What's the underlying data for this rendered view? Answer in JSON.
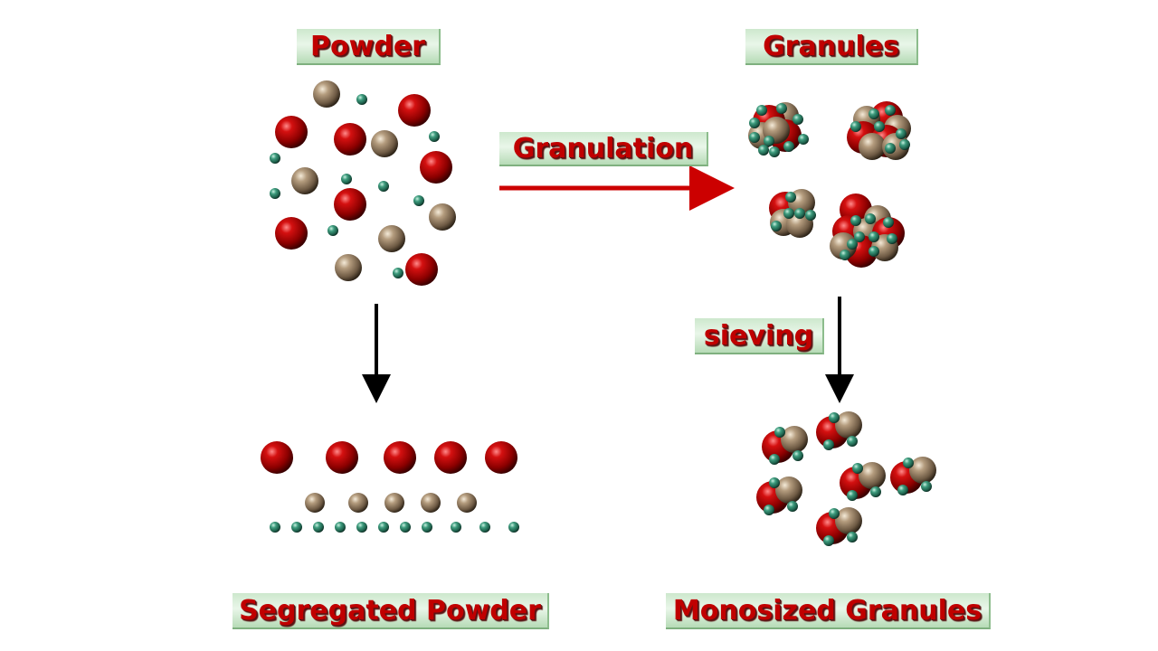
{
  "labels": {
    "powder": "Powder",
    "granules": "Granules",
    "granulation": "Granulation",
    "sieving": "sieving",
    "segregated_powder": "Segregated Powder",
    "monosized_granules": "Monosized Granules"
  },
  "colors": {
    "large_particle": "#c00000",
    "medium_particle": "#8e7860",
    "small_particle": "#2f8c6e",
    "granulation_arrow": "#cc0000",
    "process_arrow": "#000000",
    "label_text": "#c00000",
    "label_background": "#d4ecd4"
  }
}
